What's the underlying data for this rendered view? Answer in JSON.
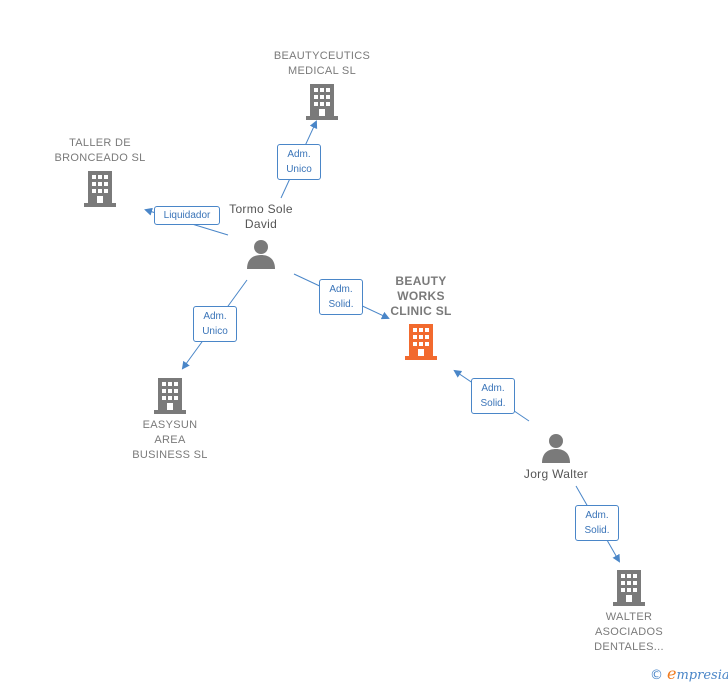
{
  "colors": {
    "company": "#7a7a7a",
    "focus_company": "#f26a2e",
    "person": "#7a7a7a",
    "edge": "#4a86c8"
  },
  "nodes": {
    "beautyceutics": {
      "label": "BEAUTYCEUTICS\nMEDICAL  SL",
      "icon": "building-icon"
    },
    "taller": {
      "label": "TALLER DE\nBRONCEADO SL",
      "icon": "building-icon"
    },
    "tormo": {
      "label": "Tormo Sole\nDavid",
      "icon": "person-icon"
    },
    "beauty_works": {
      "label": "BEAUTY\nWORKS\nCLINIC  SL",
      "icon": "building-icon"
    },
    "easysun": {
      "label": "EASYSUN\nAREA\nBUSINESS  SL",
      "icon": "building-icon"
    },
    "jorg": {
      "label": "Jorg Walter",
      "icon": "person-icon"
    },
    "walter": {
      "label": "WALTER\nASOCIADOS\nDENTALES...",
      "icon": "building-icon"
    }
  },
  "relations": {
    "tormo_beautyceutics": "Adm.\nUnico",
    "tormo_taller": "Liquidador",
    "tormo_easysun": "Adm.\nUnico",
    "tormo_beauty_works": "Adm.\nSolid.",
    "jorg_beauty_works": "Adm.\nSolid.",
    "jorg_walter": "Adm.\nSolid."
  },
  "footer": {
    "copyright_symbol": "©",
    "brand_initial": "e",
    "brand_rest": "mpresia"
  }
}
